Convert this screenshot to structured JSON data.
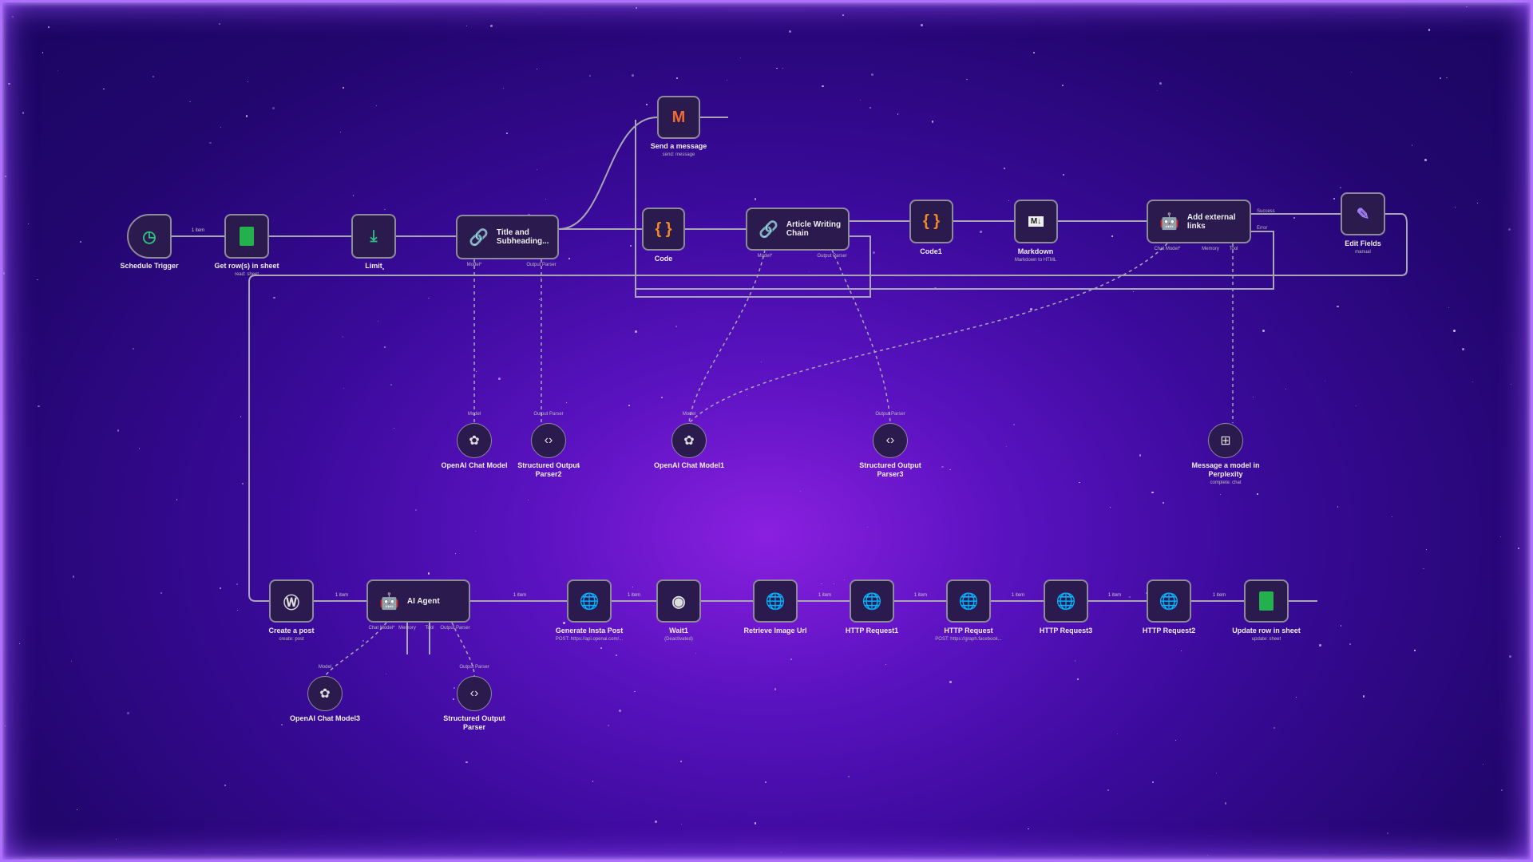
{
  "colors": {
    "accent": "#8a20e0",
    "node_bg": "#2a1a4e",
    "node_border": "#8d8a99",
    "code": "#f08a24",
    "sheets": "#22b14c"
  },
  "edge_label": "1 item",
  "top": {
    "schedule": {
      "label": "Schedule Trigger",
      "icon": "clock-icon"
    },
    "sheet": {
      "label": "Get row(s) in sheet",
      "sub": "read: sheet",
      "icon": "google-sheets-icon"
    },
    "limit": {
      "label": "Limit",
      "icon": "download-limit-icon"
    },
    "title": {
      "label": "Title and Subheading...",
      "icon": "chain-link-icon",
      "ports": [
        "Model*",
        "Output Parser"
      ]
    },
    "gmail": {
      "label": "Send a message",
      "sub": "send: message",
      "icon": "gmail-icon"
    },
    "code": {
      "label": "Code",
      "icon": "{ }"
    },
    "article": {
      "label": "Article Writing Chain",
      "icon": "chain-link-icon",
      "ports": [
        "Model*",
        "Output Parser"
      ]
    },
    "code1": {
      "label": "Code1",
      "icon": "{ }"
    },
    "markdown": {
      "label": "Markdown",
      "sub": "Markdown to HTML",
      "icon": "M↓"
    },
    "links": {
      "label": "Add external links",
      "icon": "robot-icon",
      "ports": [
        "Chat Model*",
        "Memory",
        "Tool"
      ],
      "outputs": [
        "Success",
        "Error"
      ]
    },
    "edit": {
      "label": "Edit Fields",
      "sub": "manual",
      "icon": "pencil-icon"
    }
  },
  "subs": {
    "m1": {
      "label": "OpenAI Chat Model",
      "port": "Model"
    },
    "p2": {
      "label": "Structured Output Parser2",
      "port": "Output Parser"
    },
    "m2": {
      "label": "OpenAI Chat Model1",
      "port": "Model"
    },
    "p3": {
      "label": "Structured Output Parser3",
      "port": "Output Parser"
    },
    "perp": {
      "label": "Message a model in Perplexity",
      "sub": "complete: chat"
    },
    "m3": {
      "label": "OpenAI Chat Model3",
      "port": "Model"
    },
    "p1": {
      "label": "Structured Output Parser",
      "port": "Output Parser"
    }
  },
  "bottom": {
    "post": {
      "label": "Create a post",
      "sub": "create: post",
      "icon": "wordpress-icon"
    },
    "agent": {
      "label": "AI Agent",
      "icon": "robot-icon",
      "ports": [
        "Chat Model*",
        "Memory",
        "Tool",
        "Output Parser"
      ]
    },
    "insta": {
      "label": "Generate Insta Post",
      "sub": "POST: https://api.openai.com/...",
      "icon": "globe-icon"
    },
    "wait": {
      "label": "Wait1",
      "sub": "(Deactivated)",
      "icon": "wait-icon"
    },
    "img": {
      "label": "Retrieve Image Url",
      "icon": "globe-icon"
    },
    "h1": {
      "label": "HTTP Request1",
      "icon": "globe-icon"
    },
    "h": {
      "label": "HTTP Request",
      "sub": "POST: https://graph.facebook...",
      "icon": "globe-icon"
    },
    "h3": {
      "label": "HTTP Request3",
      "icon": "globe-icon"
    },
    "h2": {
      "label": "HTTP Request2",
      "icon": "globe-icon"
    },
    "upd": {
      "label": "Update row in sheet",
      "sub": "update: sheet",
      "icon": "google-sheets-icon"
    }
  }
}
